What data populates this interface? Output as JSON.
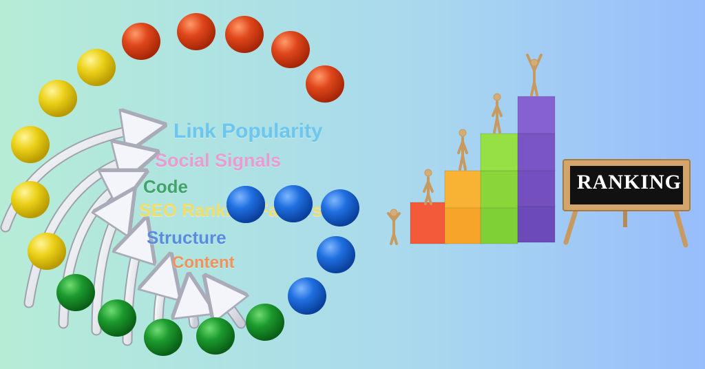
{
  "illustration": {
    "ranking_factors": [
      {
        "label": "Link Popularity",
        "color": "#6cc6ee"
      },
      {
        "label": "Social Signals",
        "color": "#e99bd2"
      },
      {
        "label": "Code",
        "color": "#41a36a"
      },
      {
        "label": "SEO Ranking Factors",
        "color": "#f2dd6a"
      },
      {
        "label": "Structure",
        "color": "#5b8bde"
      },
      {
        "label": "Content",
        "color": "#f0925a"
      }
    ],
    "bead_colors": {
      "red": "#e0471c",
      "yellow": "#ecd21a",
      "green": "#1c9a2e",
      "blue": "#1f6fe0"
    },
    "block_colors": [
      "#f25a3a",
      "#f6a52a",
      "#8ad63a",
      "#7a55c4"
    ],
    "board": {
      "text": "RANKING"
    }
  }
}
